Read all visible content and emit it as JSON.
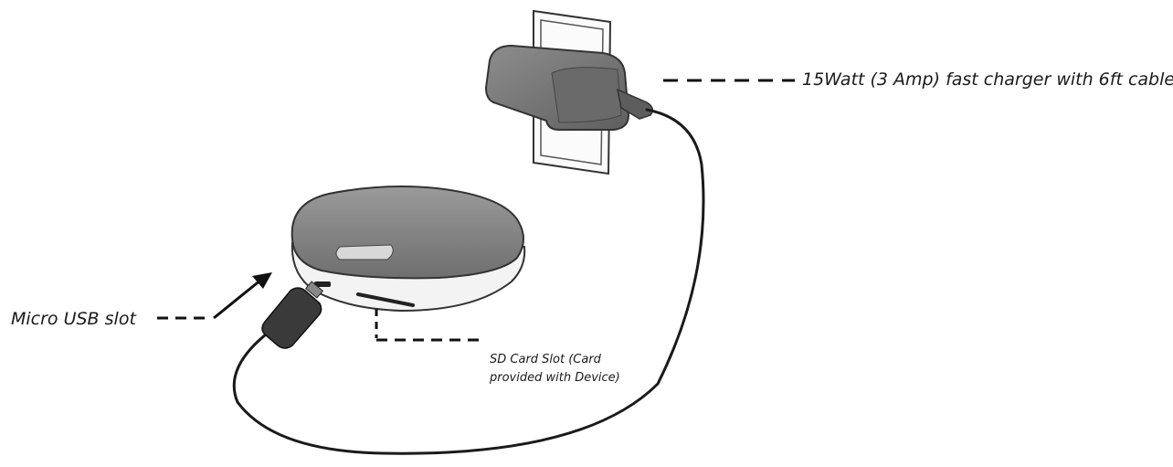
{
  "labels": {
    "charger": "15Watt (3 Amp) fast charger with 6ft cable",
    "micro_usb": "Micro USB slot",
    "sd_card_line1": "SD Card Slot (Card",
    "sd_card_line2": "provided with Device)"
  },
  "colors": {
    "ink": "#1a1a1a",
    "device_top": "#8a8a8a",
    "device_base": "#f2f2f2",
    "charger_body": "#7a7a7a"
  }
}
